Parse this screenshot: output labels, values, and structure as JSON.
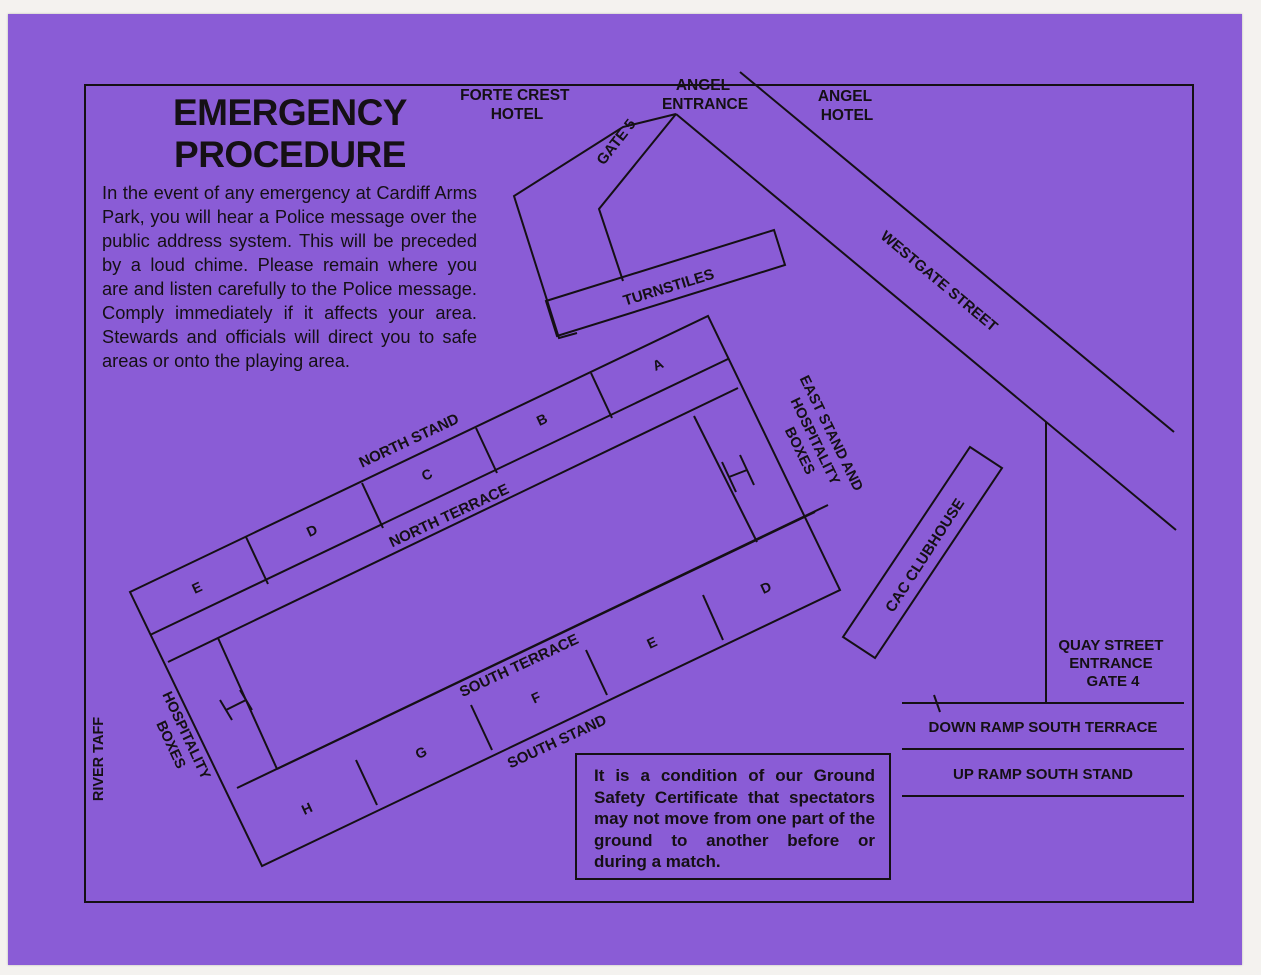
{
  "colors": {
    "card": "#8a5cd6",
    "ink": "#151015",
    "paper": "#f4f2ef"
  },
  "heading": {
    "line1": "EMERGENCY",
    "line2": "PROCEDURE"
  },
  "intro_text": "In the event of any emergency at Cardiff Arms Park, you will hear a Police message over the public address system. This will be preceded by a loud chime. Please remain where you are and listen carefully to the Police message. Comply immediately if it affects your area. Stewards and officials will direct you to safe areas or onto the playing area.",
  "notice_text": "It is a condition of our Ground Safety Certificate that spectators may not move from one part of the ground to another before or during a match.",
  "map": {
    "forte_crest_hotel": [
      "FORTE CREST",
      "HOTEL"
    ],
    "angel_entrance": [
      "ANGEL",
      "ENTRANCE"
    ],
    "angel_hotel": [
      "ANGEL",
      "HOTEL"
    ],
    "gate5": "GATE 5",
    "turnstiles": "TURNSTILES",
    "westgate_street": "WESTGATE STREET",
    "east_stand": [
      "EAST STAND AND",
      "HOSPITALITY",
      "BOXES"
    ],
    "north_stand": "NORTH STAND",
    "north_terrace": "NORTH TERRACE",
    "south_terrace": "SOUTH TERRACE",
    "south_stand": "SOUTH STAND",
    "cac_clubhouse": "CAC CLUBHOUSE",
    "quay_street": [
      "QUAY STREET",
      "ENTRANCE",
      "GATE 4"
    ],
    "down_ramp": "DOWN RAMP SOUTH TERRACE",
    "up_ramp": "UP RAMP SOUTH STAND",
    "river_taff": "RIVER TAFF",
    "hospitality_boxes": [
      "HOSPITALITY",
      "BOXES"
    ],
    "north_sections": [
      "A",
      "B",
      "C",
      "D",
      "E"
    ],
    "south_sections": [
      "D",
      "E",
      "F",
      "G",
      "H"
    ]
  }
}
